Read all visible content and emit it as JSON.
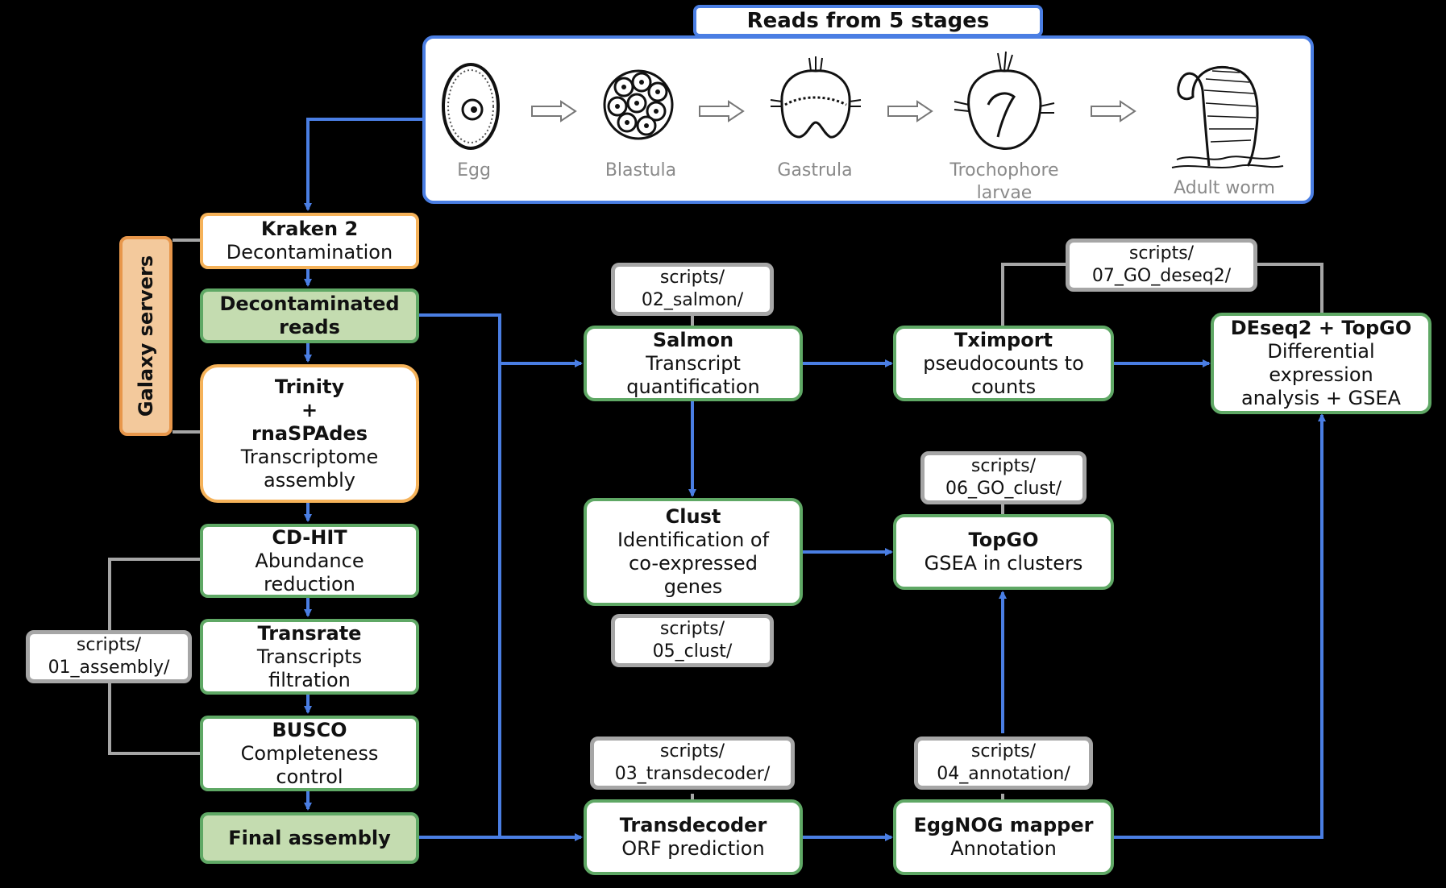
{
  "header": {
    "title": "Reads from 5 stages"
  },
  "stages": [
    {
      "label": "Egg",
      "icon": "egg-cell-icon"
    },
    {
      "label": "Blastula",
      "icon": "blastula-icon"
    },
    {
      "label": "Gastrula",
      "icon": "gastrula-icon"
    },
    {
      "label": "Trochophore larvae",
      "icon": "trochophore-larva-icon"
    },
    {
      "label": "Adult worm",
      "icon": "adult-worm-icon"
    }
  ],
  "galaxy_label": "Galaxy servers",
  "left_pipeline": {
    "kraken": {
      "title": "Kraken 2",
      "desc": "Decontamination"
    },
    "decontaminated": {
      "title": "Decontaminated reads"
    },
    "trinity": {
      "title1": "Trinity",
      "plus": "+",
      "title2": "rnaSPAdes",
      "desc": "Transcriptome assembly"
    },
    "cdhit": {
      "title": "CD-HIT",
      "desc": "Abundance reduction"
    },
    "transrate": {
      "title": "Transrate",
      "desc": "Transcripts filtration"
    },
    "busco": {
      "title": "BUSCO",
      "desc": "Completeness control"
    },
    "final": {
      "title": "Final assembly"
    }
  },
  "scripts": {
    "assembly": [
      "scripts/",
      "01_assembly/"
    ],
    "salmon": [
      "scripts/",
      "02_salmon/"
    ],
    "transdecoder": [
      "scripts/",
      "03_transdecoder/"
    ],
    "annotation": [
      "scripts/",
      "04_annotation/"
    ],
    "clust": [
      "scripts/",
      "05_clust/"
    ],
    "go_clust": [
      "scripts/",
      "06_GO_clust/"
    ],
    "go_deseq2": [
      "scripts/",
      "07_GO_deseq2/"
    ]
  },
  "analysis": {
    "salmon": {
      "title": "Salmon",
      "desc": "Transcript quantification"
    },
    "tximport": {
      "title": "Tximport",
      "desc": "pseudocounts to counts"
    },
    "deseq": {
      "title": "DEseq2 + TopGO",
      "desc": "Differential expression analysis + GSEA"
    },
    "clust": {
      "title": "Clust",
      "desc": "Identification of co-expressed genes"
    },
    "topgo": {
      "title": "TopGO",
      "desc": "GSEA in clusters"
    },
    "transdecoder": {
      "title": "Transdecoder",
      "desc": "ORF prediction"
    },
    "eggnog": {
      "title": "EggNOG mapper",
      "desc": "Annotation"
    }
  },
  "colors": {
    "flow_arrow": "#4a7ee3",
    "script_link": "#a6a6a6",
    "galaxy_border": "#f5b259",
    "tool_border": "#5fa865",
    "data_fill": "#c4dcb0"
  }
}
